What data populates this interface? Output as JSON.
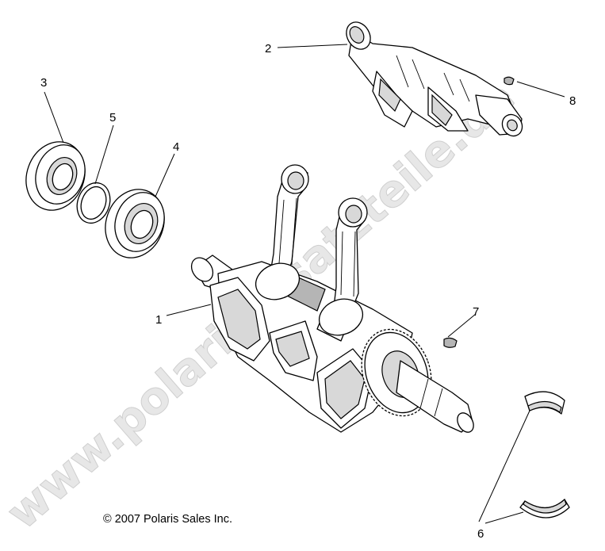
{
  "watermark": "www.polarisersatzteile.de",
  "copyright": "© 2007 Polaris Sales Inc.",
  "callouts": [
    {
      "id": "1",
      "label": "1"
    },
    {
      "id": "2",
      "label": "2"
    },
    {
      "id": "3",
      "label": "3"
    },
    {
      "id": "4",
      "label": "4"
    },
    {
      "id": "5",
      "label": "5"
    },
    {
      "id": "6",
      "label": "6"
    },
    {
      "id": "7",
      "label": "7"
    },
    {
      "id": "8",
      "label": "8"
    }
  ]
}
